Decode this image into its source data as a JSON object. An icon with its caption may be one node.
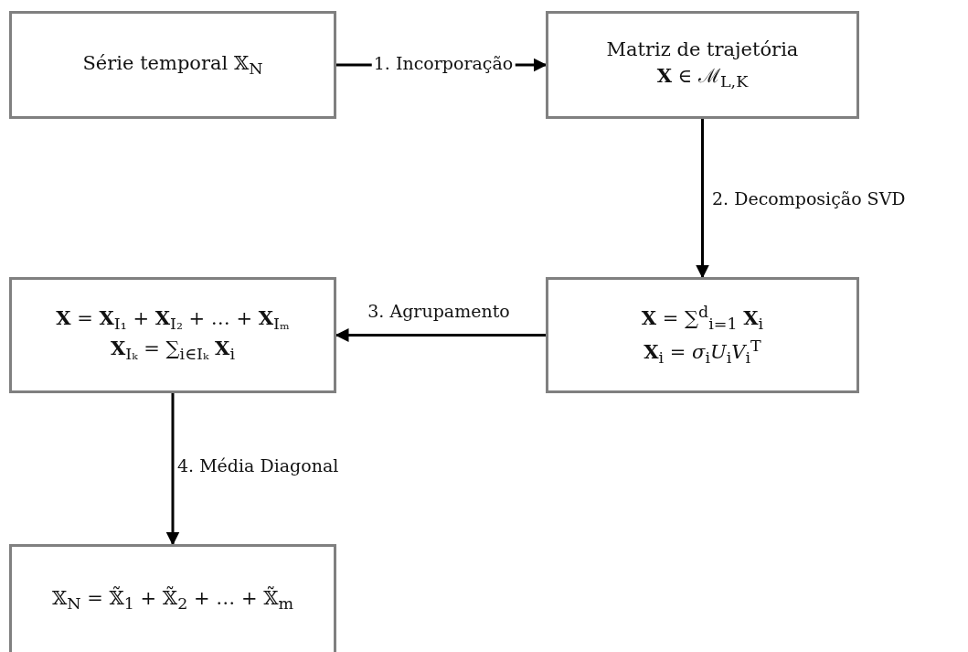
{
  "diagram": {
    "nodes": [
      {
        "text": [
          "Série temporal 𝕏$_{N}$"
        ]
      },
      {
        "text": [
          "Matriz de trajetória **X** ∈ ℳ$_{L,K}$"
        ]
      },
      {
        "text": [
          "**X** = ∑$^{d}$$_{i=1}$ **X**$_{i}$",
          "**X**$_{i}$ = *σ*$_{i}$*U*$_{i}$*V*$_{i}$$^{T}$"
        ]
      },
      {
        "text": [
          "**X** = **X**$_{I₁}$ + **X**$_{I₂}$ + … + **X**$_{Iₘ}$",
          "**X**$_{Iₖ}$ = ∑$_{i∈Iₖ}$ **X**$_{i}$"
        ]
      },
      {
        "text": [
          "𝕏$_{N}$ = 𝕏̃$_{1}$ + 𝕏̃$_{2}$ + … + 𝕏̃$_{m}$"
        ]
      }
    ],
    "edges": [
      {
        "from": 0,
        "to": 1,
        "arrow": "to",
        "label": "1. Incorporação"
      },
      {
        "from": 1,
        "to": 2,
        "arrow": "to",
        "label": "2. Decomposição SVD"
      },
      {
        "from": 2,
        "to": 3,
        "arrow": "to",
        "label": "3. Agrupamento"
      },
      {
        "from": 3,
        "to": 4,
        "arrow": "to",
        "label": "4. Média Diagonal"
      }
    ]
  }
}
